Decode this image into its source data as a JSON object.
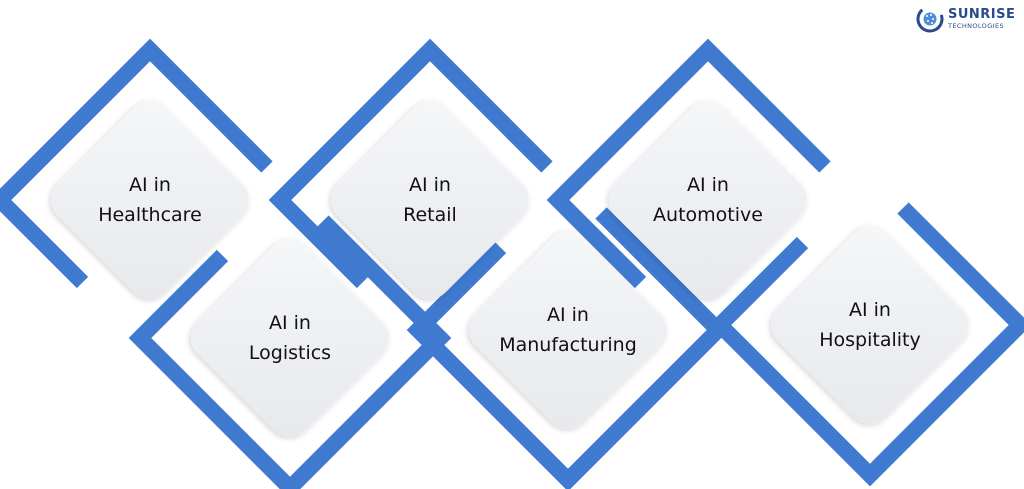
{
  "logo": {
    "name": "SUNRISE",
    "subtitle": "TECHNOLOGIES",
    "icon": "sunrise-logo-icon"
  },
  "colors": {
    "frame": "#3f7ad0",
    "tile": "#f2f3f5"
  },
  "tiles": [
    {
      "line1": "AI in",
      "line2": "Healthcare"
    },
    {
      "line1": "AI in",
      "line2": "Logistics"
    },
    {
      "line1": "AI in",
      "line2": "Retail"
    },
    {
      "line1": "AI in",
      "line2": "Manufacturing"
    },
    {
      "line1": "AI in",
      "line2": "Automotive"
    },
    {
      "line1": "AI in",
      "line2": "Hospitality"
    }
  ]
}
